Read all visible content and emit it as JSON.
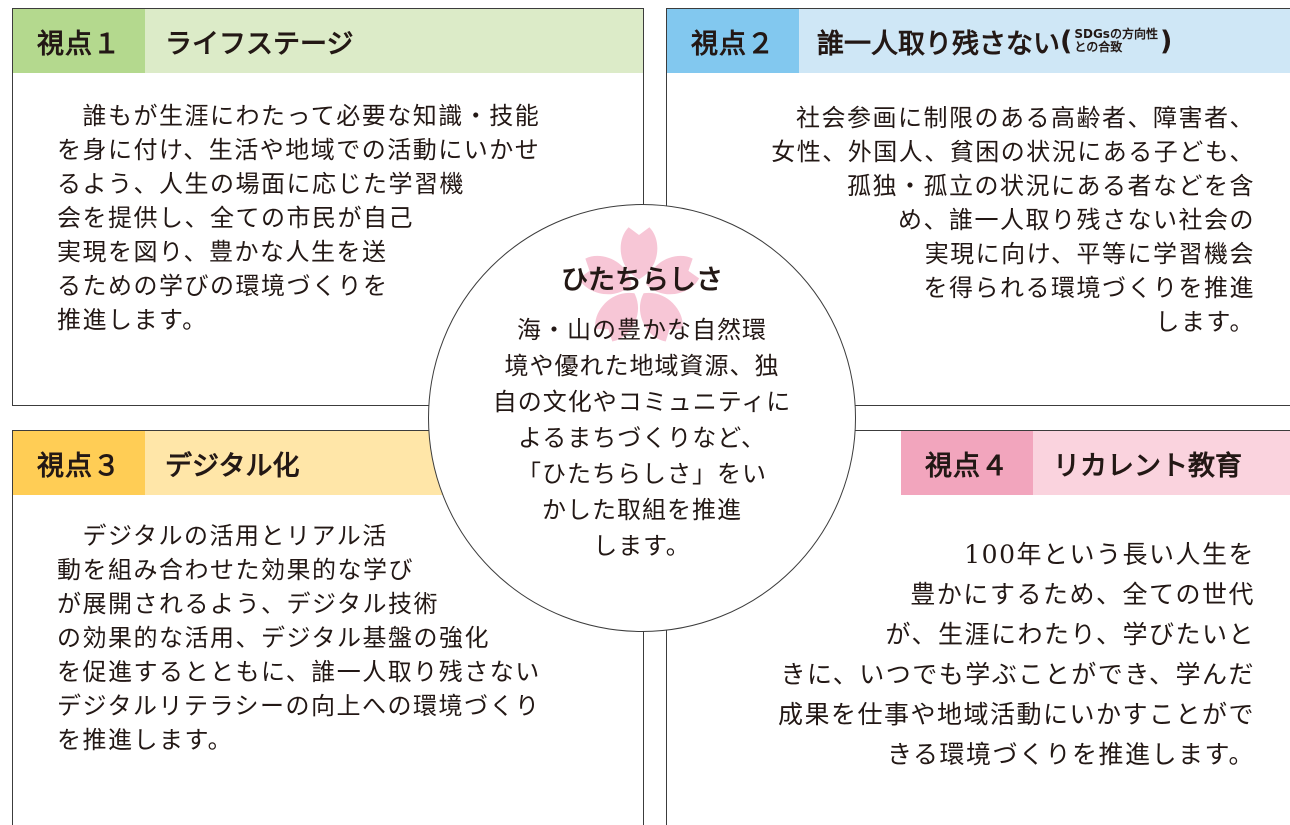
{
  "panels": {
    "p1": {
      "number": "視点１",
      "title": "ライフステージ",
      "lines": [
        "　誰もが生涯にわたって必要な知識・技能",
        "を身に付け、生活や地域での活動にいかせ",
        "るよう、人生の場面に応じた学習機",
        "会を提供し、全ての市民が自己",
        "実現を図り、豊かな人生を送",
        "るための学びの環境づくりを",
        "推進します。"
      ]
    },
    "p2": {
      "number": "視点２",
      "title_main": "誰一人取り残さない",
      "paren_open": "(",
      "sdg_line1": "SDGsの方向性",
      "sdg_line2": "との合致",
      "paren_close": ")",
      "lines": [
        "社会参画に制限のある高齢者、障害者、",
        "女性、外国人、貧困の状況にある子ども、",
        "孤独・孤立の状況にある者などを含",
        "め、誰一人取り残さない社会の",
        "実現に向け、平等に学習機会",
        "を得られる環境づくりを推進",
        "します。"
      ]
    },
    "p3": {
      "number": "視点３",
      "title": "デジタル化",
      "lines": [
        "　デジタルの活用とリアル活",
        "動を組み合わせた効果的な学び",
        "が展開されるよう、デジタル技術",
        "の効果的な活用、デジタル基盤の強化",
        "を促進するとともに、誰一人取り残さない",
        "デジタルリテラシーの向上への環境づくり",
        "を推進します。"
      ]
    },
    "p4": {
      "number": "視点４",
      "title": "リカレント教育",
      "lines": [
        "100年という長い人生を",
        "豊かにするため、全ての世代",
        "が、生涯にわたり、学びたいと",
        "きに、いつでも学ぶことができ、学んだ",
        "成果を仕事や地域活動にいかすことがで",
        "きる環境づくりを推進します。"
      ]
    }
  },
  "center": {
    "title": "ひたちらしさ",
    "lines": [
      "海・山の豊かな自然環",
      "境や優れた地域資源、独",
      "自の文化やコミュニティに",
      "よるまちづくりなど、",
      "「ひたちらしさ」をい",
      "かした取組を推進",
      "します。"
    ],
    "sakura_color": "#f7c6d6"
  }
}
